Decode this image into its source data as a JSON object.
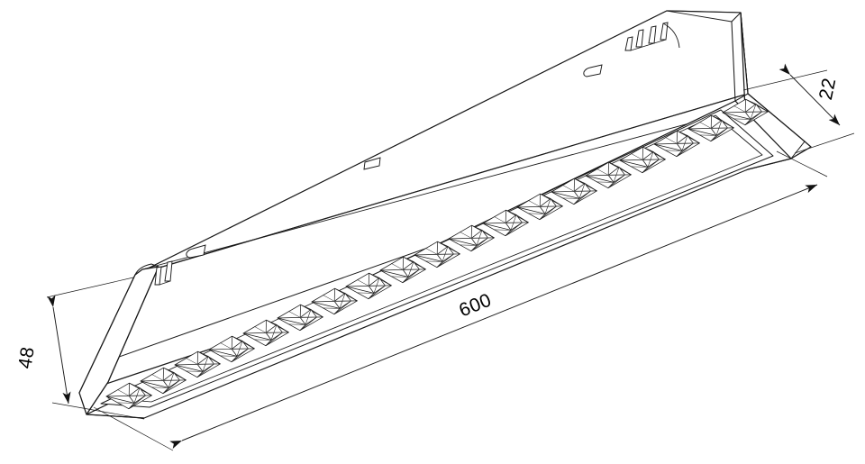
{
  "drawing": {
    "type": "isometric-dimensional-drawing",
    "subject": "linear magnetic track luminaire with faceted lens grid",
    "background_color": "#ffffff",
    "line_color": "#1a1a1a",
    "units": "mm",
    "lens_cell_count": 19
  },
  "dimensions": {
    "length": {
      "label": "600",
      "value": 600,
      "axis": "length",
      "placement": "bottom-right diagonal"
    },
    "height": {
      "label": "48",
      "value": 48,
      "axis": "height",
      "placement": "left vertical"
    },
    "depth": {
      "label": "22",
      "value": 22,
      "axis": "depth",
      "placement": "top-right diagonal"
    }
  }
}
